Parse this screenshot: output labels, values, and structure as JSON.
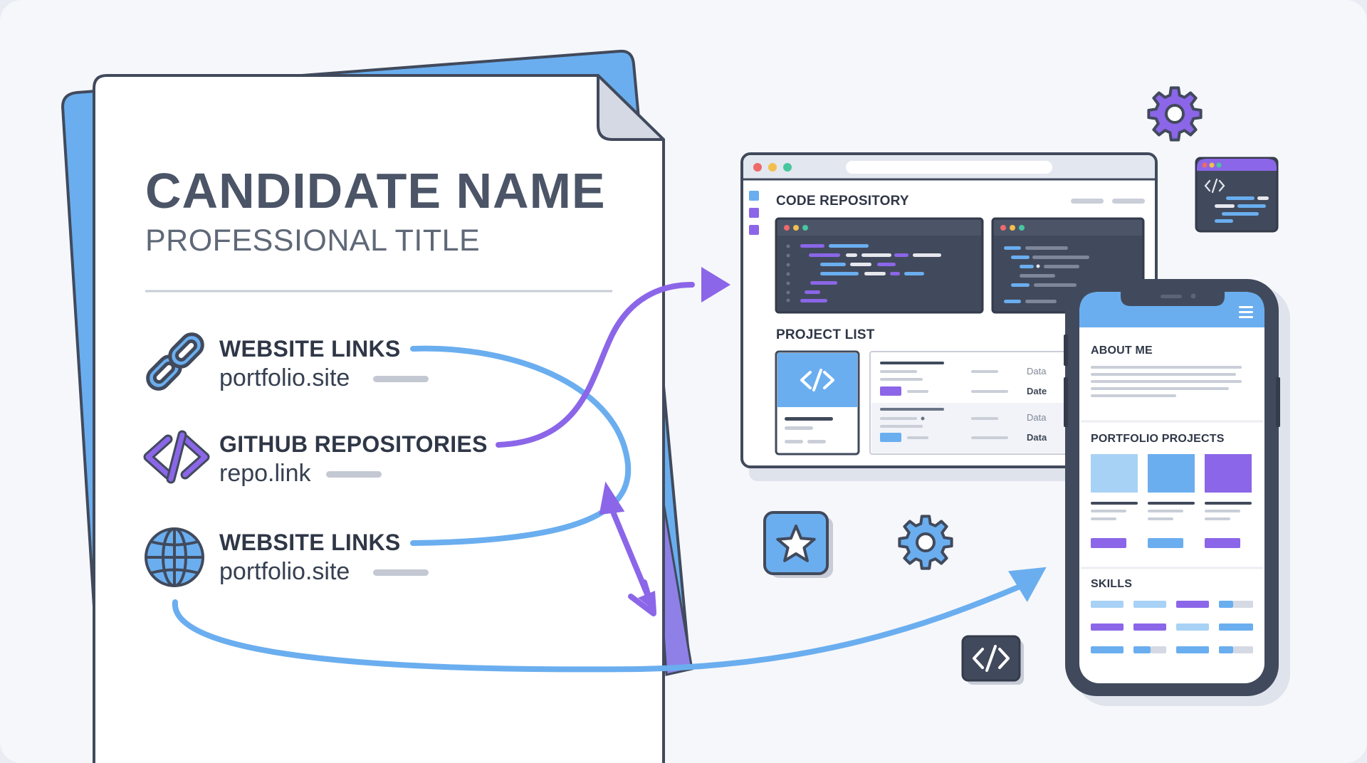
{
  "resume": {
    "name": "CANDIDATE NAME",
    "title": "PROFESSIONAL TITLE",
    "links": [
      {
        "label": "WEBSITE LINKS",
        "value": "portfolio.site",
        "icon": "link-icon"
      },
      {
        "label": "GITHUB REPOSITORIES",
        "value": "repo.link",
        "icon": "code-icon"
      },
      {
        "label": "WEBSITE LINKS",
        "value": "portfolio.site",
        "icon": "globe-icon"
      }
    ]
  },
  "browser": {
    "section_code": "CODE REPOSITORY",
    "section_projects": "PROJECT LIST",
    "table": [
      {
        "col1": "Data",
        "col2": "Date"
      },
      {
        "col1": "Data",
        "col2": "Data"
      }
    ]
  },
  "phone": {
    "about": "ABOUT ME",
    "projects": "PORTFOLIO PROJECTS",
    "skills": "SKILLS"
  },
  "colors": {
    "blue": "#6aaeef",
    "purple": "#8b66e8",
    "dark": "#414a5c"
  }
}
